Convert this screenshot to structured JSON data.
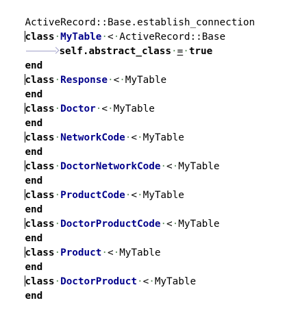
{
  "lines": [
    {
      "id": "l1",
      "text": "ActiveRecord::Base.establish_connection"
    },
    {
      "id": "l2",
      "kw": "class",
      "name": "MyTable",
      "op": "<",
      "parent_a": "ActiveRecord",
      "sep": "::",
      "parent_b": "Base"
    },
    {
      "id": "l3",
      "self_expr": "self.abstract_class",
      "assign": "=",
      "value": "true"
    },
    {
      "id": "l4",
      "end": "end"
    },
    {
      "id": "l5",
      "kw": "class",
      "name": "Response",
      "op": "<",
      "parent": "MyTable"
    },
    {
      "id": "l6",
      "end": "end"
    },
    {
      "id": "l7",
      "kw": "class",
      "name": "Doctor",
      "op": "<",
      "parent": "MyTable"
    },
    {
      "id": "l8",
      "end": "end"
    },
    {
      "id": "l9",
      "kw": "class",
      "name": "NetworkCode",
      "op": "<",
      "parent": "MyTable"
    },
    {
      "id": "l10",
      "end": "end"
    },
    {
      "id": "l11",
      "kw": "class",
      "name": "DoctorNetworkCode",
      "op": "<",
      "parent": "MyTable"
    },
    {
      "id": "l12",
      "end": "end"
    },
    {
      "id": "l13",
      "kw": "class",
      "name": "ProductCode",
      "op": "<",
      "parent": "MyTable"
    },
    {
      "id": "l14",
      "end": "end"
    },
    {
      "id": "l15",
      "kw": "class",
      "name": "DoctorProductCode",
      "op": "<",
      "parent": "MyTable"
    },
    {
      "id": "l16",
      "end": "end"
    },
    {
      "id": "l17",
      "kw": "class",
      "name": "Product",
      "op": "<",
      "parent": "MyTable"
    },
    {
      "id": "l18",
      "end": "end"
    },
    {
      "id": "l19",
      "kw": "class",
      "name": "DoctorProduct",
      "op": "<",
      "parent": "MyTable"
    },
    {
      "id": "l20",
      "end": "end"
    }
  ],
  "whitespace_marker": "·",
  "colors": {
    "class_name": "#00008b",
    "whitespace": "#5a8a5a",
    "text": "#000000",
    "background": "#ffffff"
  }
}
